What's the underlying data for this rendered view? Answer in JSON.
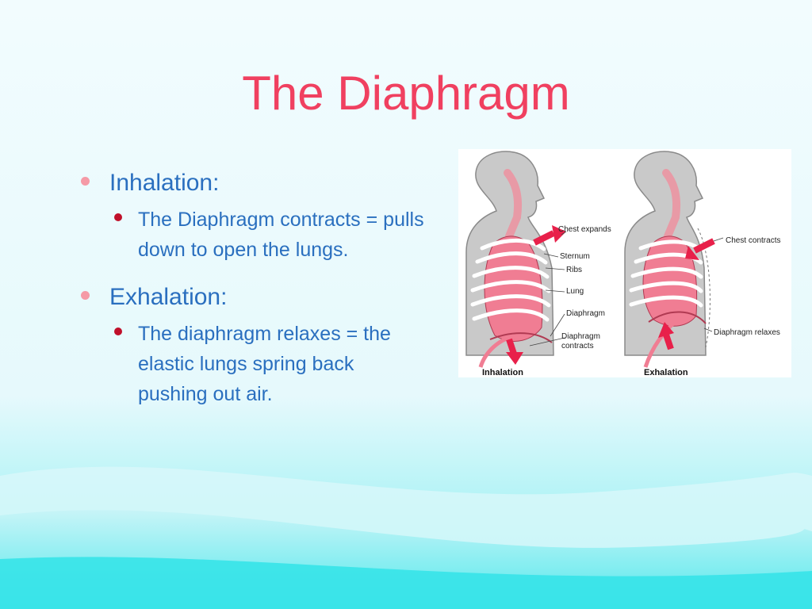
{
  "colors": {
    "title": "#f04060",
    "text": "#2a6fbf",
    "bullet_dot": "#f59aa6",
    "sub_dot": "#c0102a",
    "accent": "#e8204a"
  },
  "slide": {
    "title": "The Diaphragm",
    "bullets": [
      {
        "label": "Inhalation:",
        "sub": "The Diaphragm contracts = pulls down to open the lungs."
      },
      {
        "label": "Exhalation:",
        "sub": "The diaphragm relaxes = the elastic lungs spring back pushing out air."
      }
    ]
  },
  "figure": {
    "labels": {
      "chest_expands": "Chest expands",
      "sternum": "Sternum",
      "ribs": "Ribs",
      "lung": "Lung",
      "diaphragm": "Diaphragm",
      "diaphragm_contracts_1": "Diaphragm",
      "diaphragm_contracts_2": "contracts",
      "chest_contracts": "Chest contracts",
      "diaphragm_relaxes": "Diaphragm relaxes"
    },
    "captions": {
      "left": "Inhalation",
      "right": "Exhalation"
    }
  }
}
